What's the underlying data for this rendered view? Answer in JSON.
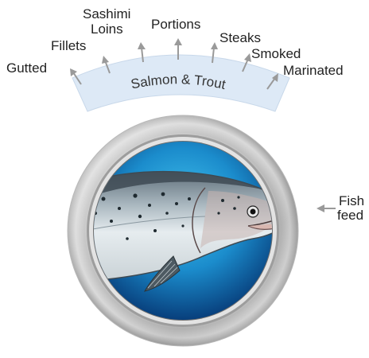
{
  "banner": {
    "label": "Salmon & Trout",
    "color": "#dde9f6",
    "text_color": "#333333"
  },
  "products": [
    {
      "label": "Gutted"
    },
    {
      "label": "Fillets"
    },
    {
      "label": "Sashimi"
    },
    {
      "label": "Loins"
    },
    {
      "label": "Portions"
    },
    {
      "label": "Steaks"
    },
    {
      "label": "Smoked"
    },
    {
      "label": "Marinated"
    }
  ],
  "feed": {
    "label_line1": "Fish",
    "label_line2": "feed"
  },
  "colors": {
    "arrow": "#9a9a9a",
    "ring_light": "#f2f2f2",
    "ring_dark": "#8f8f8f",
    "water_light": "#37b8e8",
    "water_dark": "#0a4f8f",
    "text": "#222222"
  },
  "icons": {
    "fish": "salmon-fish-icon",
    "arrow": "up-arrow-icon"
  }
}
